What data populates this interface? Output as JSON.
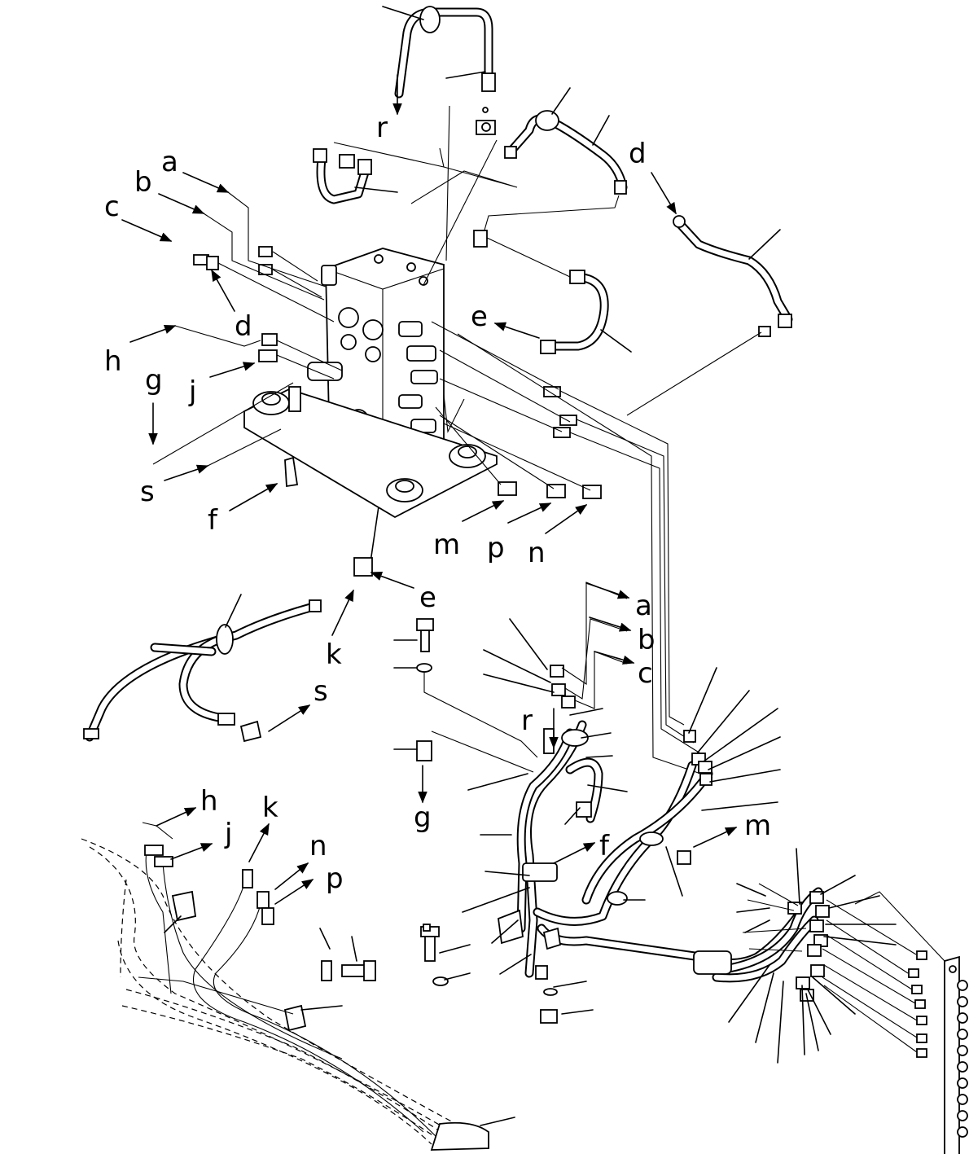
{
  "labels": {
    "a1": "a",
    "b1": "b",
    "c1": "c",
    "d1": "d",
    "d2": "d",
    "e1": "e",
    "h1": "h",
    "g1": "g",
    "j1": "j",
    "s1": "s",
    "f1": "f",
    "r1": "r",
    "m1": "m",
    "p1": "p",
    "n1": "n",
    "e2": "e",
    "k1": "k",
    "s2": "s",
    "a2": "a",
    "b2": "b",
    "c2": "c",
    "r2": "r",
    "g2": "g",
    "f2": "f",
    "m2": "m",
    "h2": "h",
    "j2": "j",
    "k2": "k",
    "n2": "n",
    "p2": "p"
  }
}
